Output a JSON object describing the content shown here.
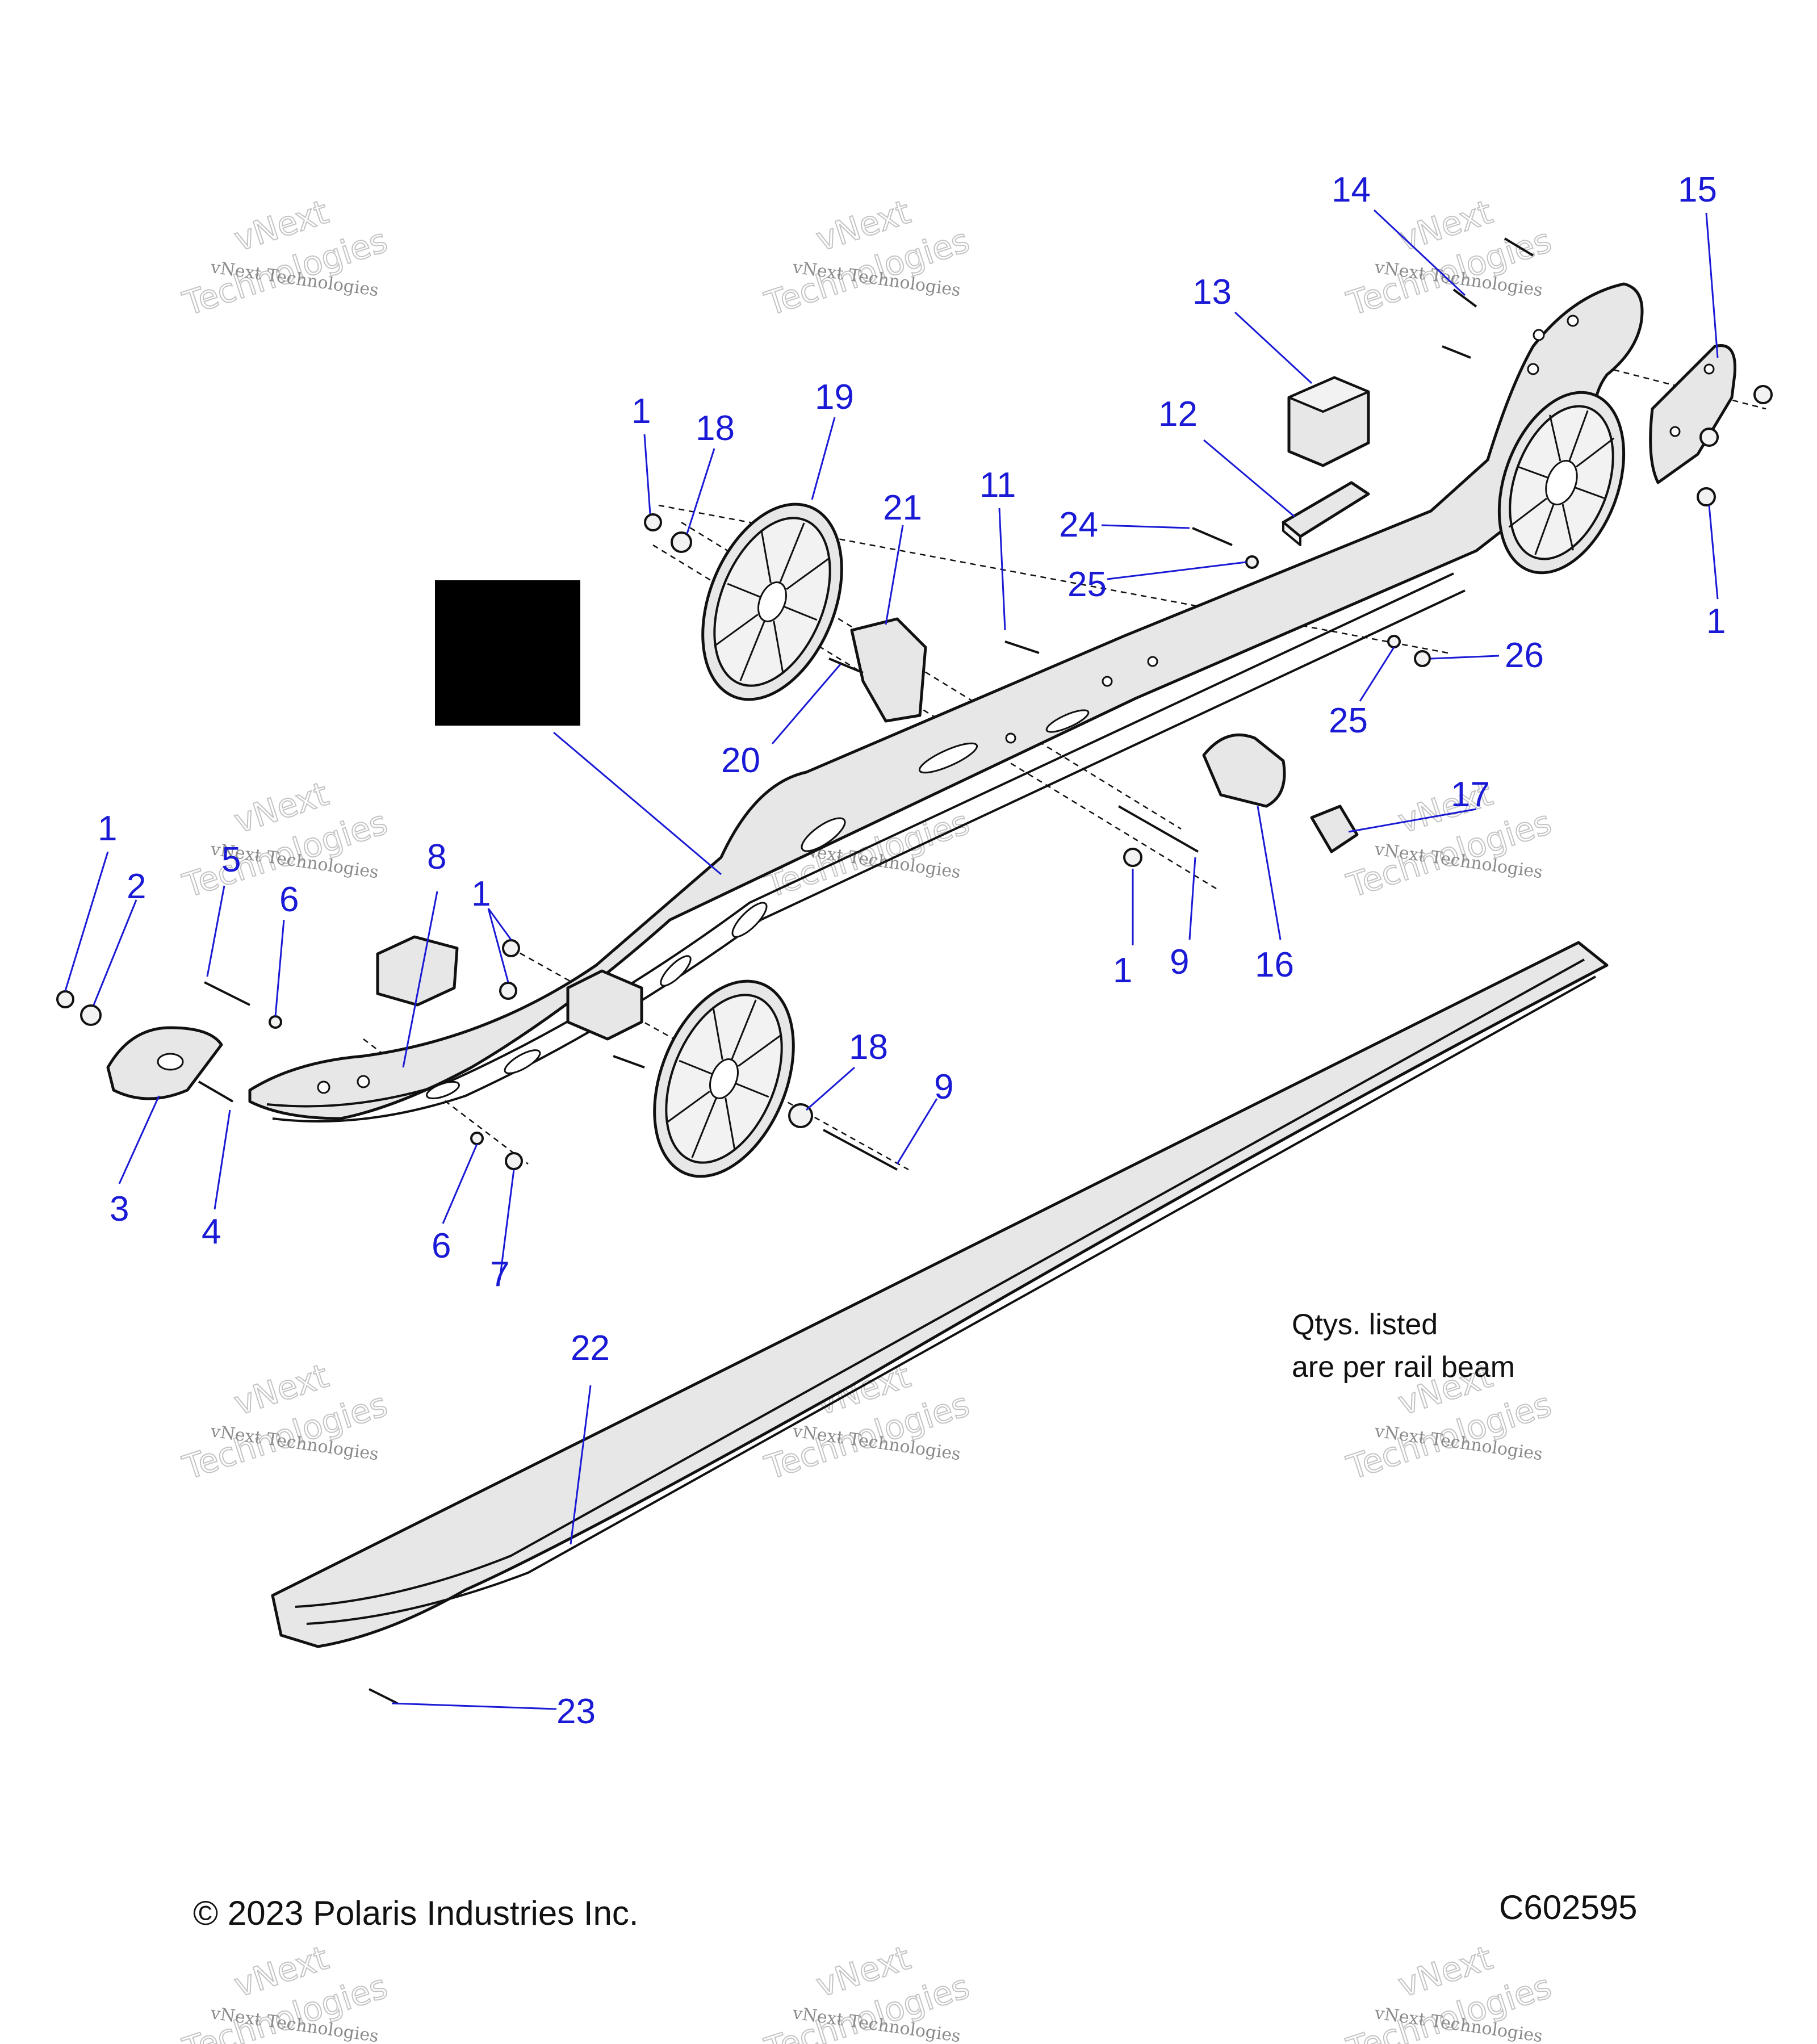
{
  "callouts": [
    {
      "id": "c1a",
      "label": "1"
    },
    {
      "id": "c18a",
      "label": "18"
    },
    {
      "id": "c19",
      "label": "19"
    },
    {
      "id": "c21",
      "label": "21"
    },
    {
      "id": "c11",
      "label": "11"
    },
    {
      "id": "c24",
      "label": "24"
    },
    {
      "id": "c25a",
      "label": "25"
    },
    {
      "id": "c12",
      "label": "12"
    },
    {
      "id": "c13",
      "label": "13"
    },
    {
      "id": "c14",
      "label": "14"
    },
    {
      "id": "c15",
      "label": "15"
    },
    {
      "id": "c1b",
      "label": "1"
    },
    {
      "id": "c26",
      "label": "26"
    },
    {
      "id": "c25b",
      "label": "25"
    },
    {
      "id": "c17",
      "label": "17"
    },
    {
      "id": "c16",
      "label": "16"
    },
    {
      "id": "c9a",
      "label": "9"
    },
    {
      "id": "c1c",
      "label": "1"
    },
    {
      "id": "c20",
      "label": "20"
    },
    {
      "id": "c1d",
      "label": "1"
    },
    {
      "id": "c2",
      "label": "2"
    },
    {
      "id": "c5",
      "label": "5"
    },
    {
      "id": "c6a",
      "label": "6"
    },
    {
      "id": "c8",
      "label": "8"
    },
    {
      "id": "c1e",
      "label": "1"
    },
    {
      "id": "c3",
      "label": "3"
    },
    {
      "id": "c4",
      "label": "4"
    },
    {
      "id": "c6b",
      "label": "6"
    },
    {
      "id": "c7",
      "label": "7"
    },
    {
      "id": "c18b",
      "label": "18"
    },
    {
      "id": "c9b",
      "label": "9"
    },
    {
      "id": "c22",
      "label": "22"
    },
    {
      "id": "c23",
      "label": "23"
    }
  ],
  "note": {
    "line1": "Qtys. listed",
    "line2": "are per rail beam"
  },
  "copyright": "© 2023 Polaris Industries Inc.",
  "figure_id": "C602595",
  "watermark": {
    "small": "vNext Technologies",
    "big_top": "vNext",
    "big_bottom": "Technologies"
  },
  "colors": {
    "callout": "#1a1ad6",
    "part_fill": "#e7e7e7",
    "outline": "#111111"
  }
}
